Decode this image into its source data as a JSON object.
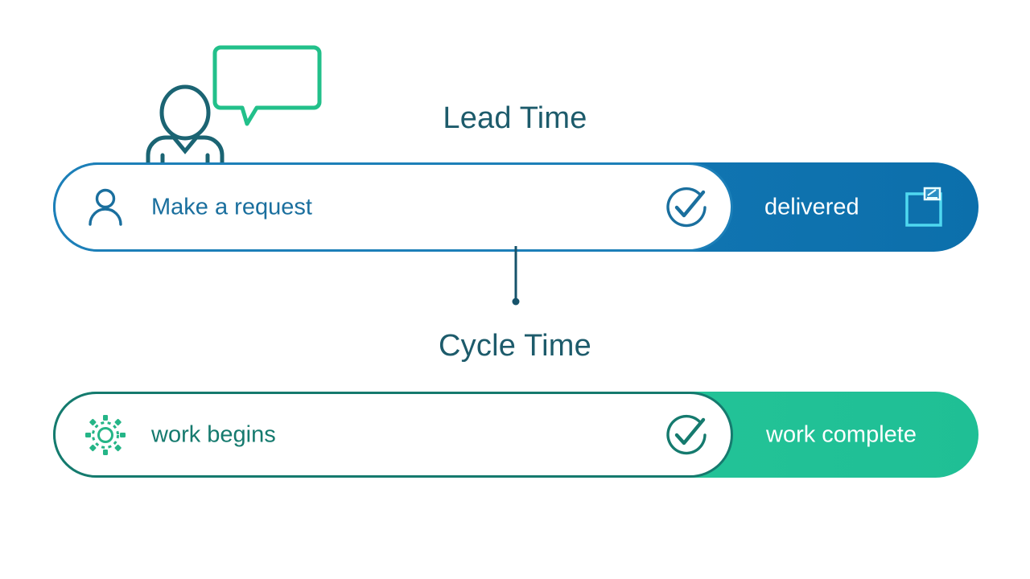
{
  "diagram": {
    "title_lead": "Lead Time",
    "title_cycle": "Cycle Time",
    "colors": {
      "background": "#ffffff",
      "title_text": "#1d5b6b",
      "lead_bar_start": "#1a7fbe",
      "lead_bar_end": "#0c6fab",
      "lead_outline": "#1c7fb8",
      "lead_label_text": "#1a6f9e",
      "cycle_bar_start": "#2ecb9b",
      "cycle_bar_end": "#1fbf95",
      "cycle_outline": "#157a6e",
      "cycle_label_text": "#157a6e",
      "speech_bubble": "#22c08a",
      "person_outline": "#1b6473",
      "package_icon": "#4fd8f0",
      "gear_icon": "#25b587",
      "end_label_text": "#ffffff",
      "connector": "#16536b"
    },
    "persona": {
      "person_icon": "person-illustration-icon",
      "speech_bubble_icon": "speech-bubble-icon"
    },
    "lead_row": {
      "start_icon": "user-icon",
      "start_label": "Make a request",
      "check_icon": "check-circle-icon",
      "end_label": "delivered",
      "end_icon": "package-box-icon"
    },
    "cycle_row": {
      "start_icon": "gear-icon",
      "start_label": "work begins",
      "check_icon": "check-circle-icon",
      "end_label": "work complete"
    },
    "connector": {
      "name": "lead-to-cycle-connector"
    }
  }
}
